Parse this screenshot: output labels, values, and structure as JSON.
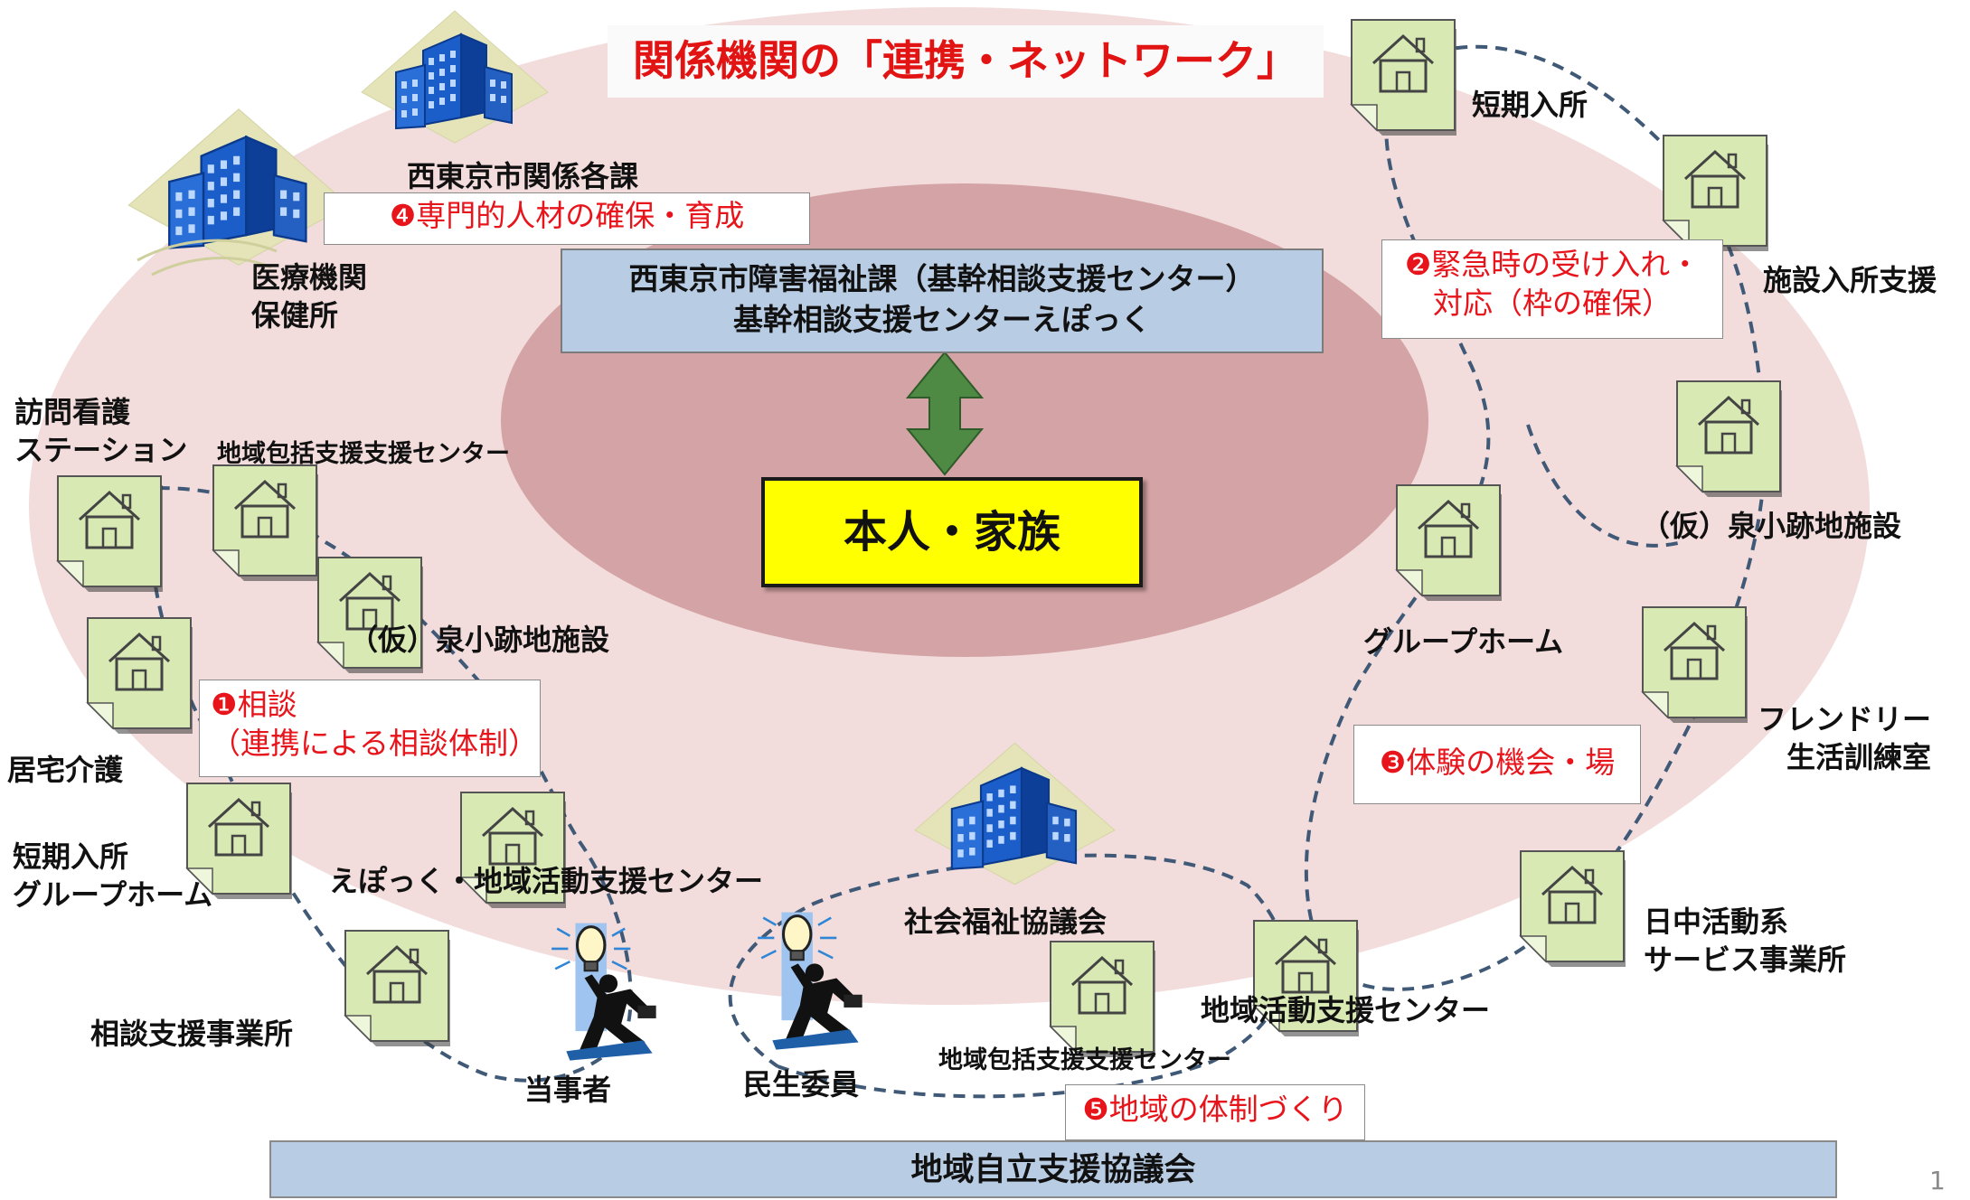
{
  "title": "関係機関の「連携・ネットワーク」",
  "center": {
    "line1": "西東京市障害福祉課（基幹相談支援センター）",
    "line2": "基幹相談支援センターえぽっく",
    "person": "本人・家族"
  },
  "callouts": {
    "c1_line1": "❶相談",
    "c1_line2": "（連携による相談体制）",
    "c2_line1": "❷緊急時の受け入れ・",
    "c2_line2": "対応（枠の確保）",
    "c3": "❸体験の機会・場",
    "c4": "❹専門的人材の確保・育成",
    "c5": "❺地域の体制づくり"
  },
  "labels": {
    "city_depts": "西東京市関係各課",
    "medical_line1": "医療機関",
    "medical_line2": "保健所",
    "visiting_nurse_line1": "訪問看護",
    "visiting_nurse_line2": "ステーション",
    "home_care": "居宅介護",
    "left_short_stay_line1": "短期入所",
    "left_short_stay_line2": "グループホーム",
    "consultation_office": "相談支援事業所",
    "left_comprehensive": "地域包括支援支援センター",
    "left_izumi": "（仮）泉小跡地施設",
    "epok_activity": "えぽっく・地域活動支援センター",
    "party": "当事者",
    "welfare_commissioner": "民生委員",
    "social_welfare_council": "社会福祉協議会",
    "bottom_comprehensive": "地域包括支援支援センター",
    "bottom_activity": "地域活動支援センター",
    "right_short_stay": "短期入所",
    "facility_support": "施設入所支援",
    "right_izumi": "（仮）泉小跡地施設",
    "group_home": "グループホーム",
    "friendly_line1": "フレンドリー",
    "friendly_line2": "生活訓練室",
    "day_activity_line1": "日中活動系",
    "day_activity_line2": "サービス事業所"
  },
  "footer": "地域自立支援協議会",
  "page_number": "1",
  "icons": {
    "house": "house-note-icon",
    "building": "office-building-icon",
    "person": "person-with-lightbulb-icon"
  },
  "colors": {
    "outer_ellipse": "#f2dcdc",
    "inner_ellipse": "#d4a3a5",
    "note_fill": "#d8e9b3",
    "blue_box": "#b8cce4",
    "callout_text": "#e8141b",
    "dashed_link": "#3f5977",
    "person_box": "#ffff00",
    "arrow": "#4e8a43"
  }
}
